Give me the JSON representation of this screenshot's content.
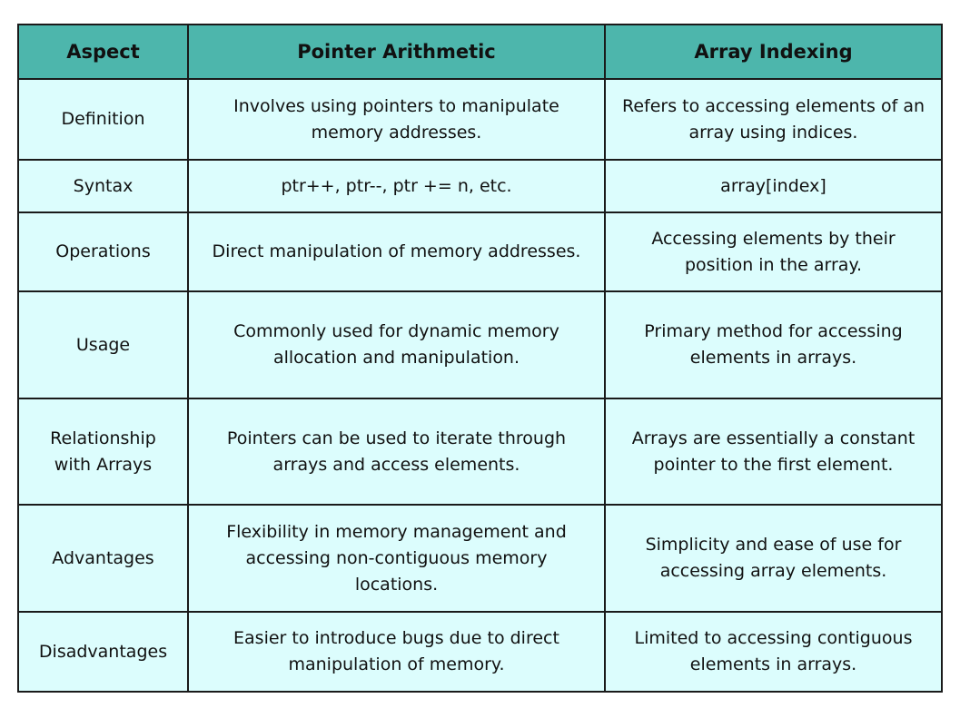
{
  "table": {
    "headers": [
      "Aspect",
      "Pointer Arithmetic",
      "Array Indexing"
    ],
    "rows": [
      {
        "aspect": "Definition",
        "pointer": "Involves using pointers to manipulate memory addresses.",
        "array": "Refers to accessing elements of an array using indices."
      },
      {
        "aspect": "Syntax",
        "pointer": "ptr++, ptr--, ptr += n, etc.",
        "array": "array[index]"
      },
      {
        "aspect": "Operations",
        "pointer": "Direct manipulation of memory addresses.",
        "array": "Accessing elements by their position in the array."
      },
      {
        "aspect": "Usage",
        "pointer": "Commonly used for dynamic memory allocation and manipulation.",
        "array": "Primary method for accessing elements in arrays."
      },
      {
        "aspect": "Relationship with Arrays",
        "pointer": "Pointers can be used to iterate through arrays and access elements.",
        "array": "Arrays are essentially a constant pointer to the first element."
      },
      {
        "aspect": "Advantages",
        "pointer": "Flexibility in memory management and accessing non-contiguous memory locations.",
        "array": "Simplicity and ease of use for accessing array elements."
      },
      {
        "aspect": "Disadvantages",
        "pointer": "Easier to introduce bugs due to direct manipulation of memory.",
        "array": "Limited to accessing contiguous elements in arrays."
      }
    ]
  },
  "colors": {
    "header_bg": "#4db6ac",
    "cell_bg": "#dcfdfd",
    "border": "#1a1a1a"
  }
}
